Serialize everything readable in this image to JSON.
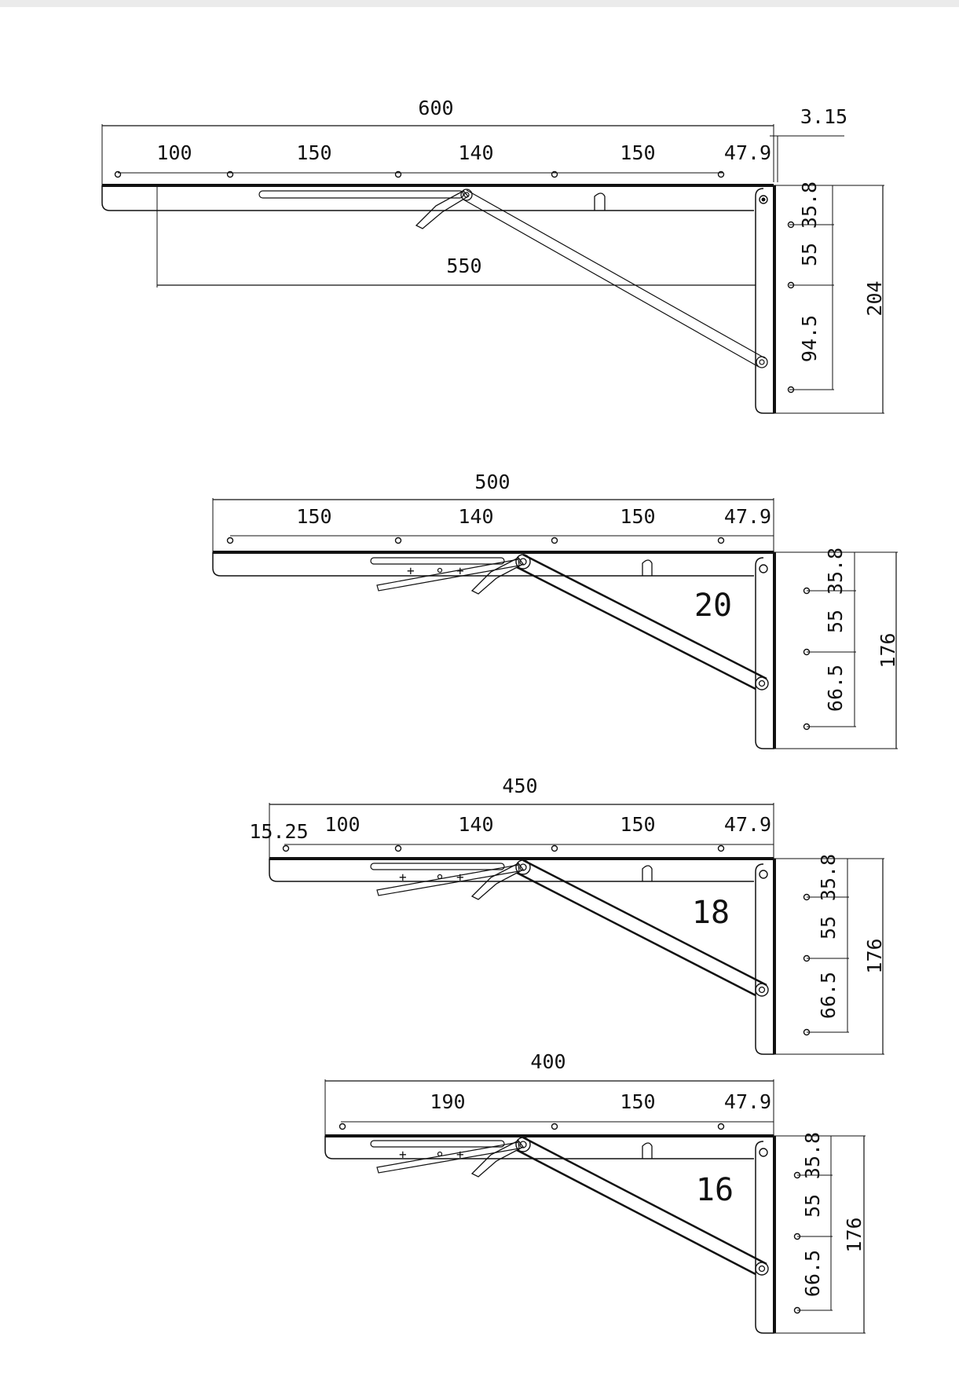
{
  "drawings": [
    {
      "id": "bracket-600",
      "total_length": "600",
      "segments": [
        "100",
        "150",
        "140",
        "150",
        "47.9"
      ],
      "top_gap": "3.15",
      "span": "550",
      "height": "204",
      "vertical_segments": [
        "35.8",
        "55",
        "94.5"
      ]
    },
    {
      "id": "bracket-500",
      "total_length": "500",
      "segments": [
        "150",
        "140",
        "150",
        "47.9"
      ],
      "model_number": "20",
      "height": "176",
      "vertical_segments": [
        "35.8",
        "55",
        "66.5"
      ]
    },
    {
      "id": "bracket-450",
      "total_length": "450",
      "edge_offset": "15.25",
      "segments": [
        "100",
        "140",
        "150",
        "47.9"
      ],
      "model_number": "18",
      "height": "176",
      "vertical_segments": [
        "35.8",
        "55",
        "66.5"
      ]
    },
    {
      "id": "bracket-400",
      "total_length": "400",
      "segments": [
        "190",
        "150",
        "47.9"
      ],
      "model_number": "16",
      "height": "176",
      "vertical_segments": [
        "35.8",
        "55",
        "66.5"
      ]
    }
  ]
}
